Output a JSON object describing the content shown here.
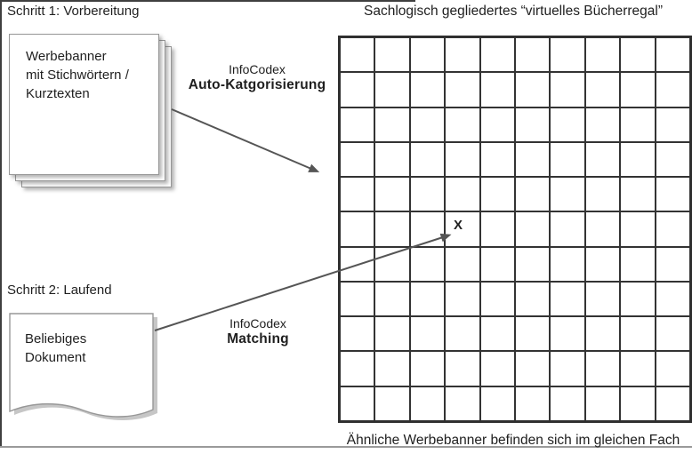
{
  "step1": {
    "heading": "Schritt 1: Vorbereitung",
    "card_lines": [
      "Werbebanner",
      "mit Stichwörtern /",
      "Kurztexten"
    ]
  },
  "auto_label": {
    "line1": "InfoCodex",
    "line2": "Auto-Katgorisierung"
  },
  "step2": {
    "heading": "Schritt 2: Laufend",
    "card_lines": [
      "Beliebiges",
      "Dokument"
    ]
  },
  "match_label": {
    "line1": "InfoCodex",
    "line2": "Matching"
  },
  "bookshelf": {
    "title": "Sachlogisch gegliedertes “virtuelles Bücherregal”",
    "grid": {
      "columns": 10,
      "rows": 11
    },
    "marker": "X",
    "caption": "Ähnliche Werbebanner befinden sich im gleichen Fach"
  },
  "colors": {
    "text": "#1f1f1f",
    "grid_line": "#2e2e2e",
    "arrow": "#555555",
    "page_border": "#979797"
  }
}
